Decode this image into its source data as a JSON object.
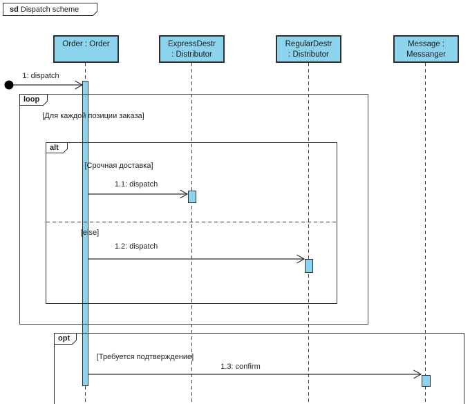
{
  "diagram": {
    "frame_label": {
      "keyword": "sd",
      "name": "Dispatch scheme"
    }
  },
  "participants": [
    {
      "id": "order",
      "line1": "Order : Order",
      "line2": ""
    },
    {
      "id": "express",
      "line1": "ExpressDestr",
      "line2": ": Distributor"
    },
    {
      "id": "regular",
      "line1": "RegularDestr",
      "line2": ": Distributor"
    },
    {
      "id": "message",
      "line1": "Message :",
      "line2": "Messanger"
    }
  ],
  "fragments": [
    {
      "operator": "loop",
      "guard": "[Для каждой позиции заказа]"
    },
    {
      "operator": "alt",
      "guard": "[Срочная доставка]",
      "else_guard": "[else]"
    },
    {
      "operator": "opt",
      "guard": "[Требуется подтверждение]"
    }
  ],
  "messages": [
    {
      "label": "1: dispatch",
      "kind": "found-message"
    },
    {
      "label": "1.1: dispatch",
      "kind": "call"
    },
    {
      "label": "1.2: dispatch",
      "kind": "call"
    },
    {
      "label": "1.3: confirm",
      "kind": "call"
    }
  ],
  "colors": {
    "shape_fill": "#8cd4ee",
    "frame_border": "#2d2d2d",
    "background": "#ffffff"
  }
}
